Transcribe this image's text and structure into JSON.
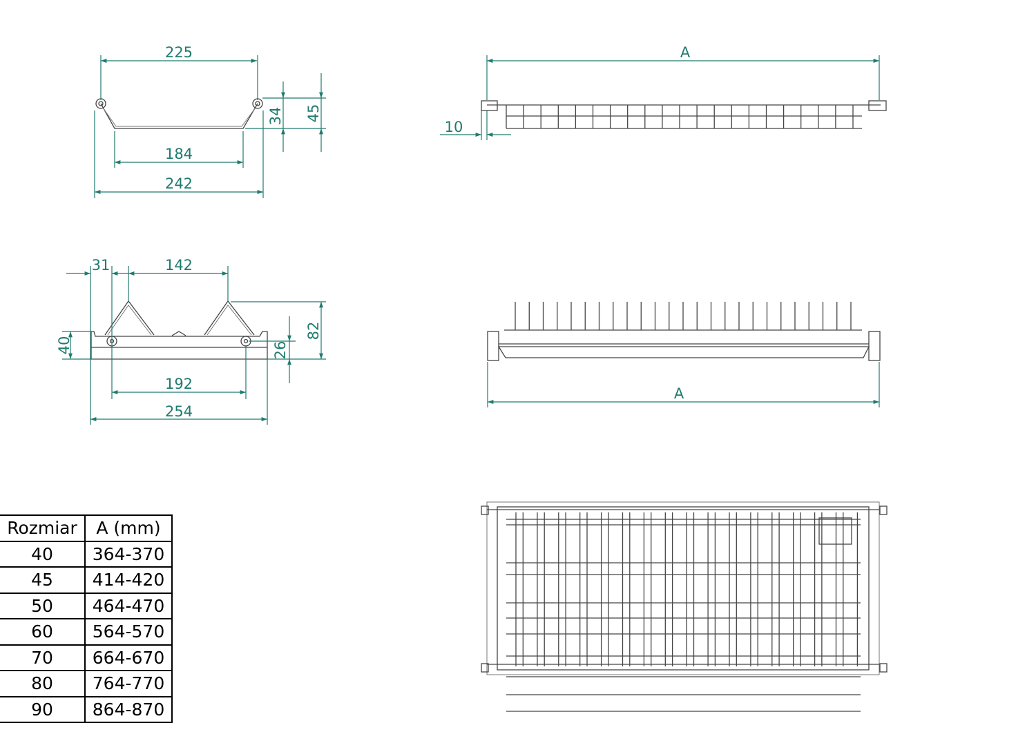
{
  "colors": {
    "dimension": "#1f7a6e",
    "drawing": "#444444"
  },
  "front_view": {
    "top_width": "225",
    "inner_width": "184",
    "outer_width": "242",
    "inner_height": "34",
    "total_height": "45"
  },
  "top_side_view": {
    "length_label": "A",
    "offset": "10"
  },
  "tray_view": {
    "left_offset": "31",
    "spike_spacing": "142",
    "tray_height": "40",
    "pivot_height": "26",
    "total_height": "82",
    "pivot_spacing": "192",
    "total_width": "254"
  },
  "tray_side_view": {
    "length_label": "A"
  },
  "size_table": {
    "headers": [
      "Rozmiar",
      "A (mm)"
    ],
    "rows": [
      [
        "40",
        "364-370"
      ],
      [
        "45",
        "414-420"
      ],
      [
        "50",
        "464-470"
      ],
      [
        "60",
        "564-570"
      ],
      [
        "70",
        "664-670"
      ],
      [
        "80",
        "764-770"
      ],
      [
        "90",
        "864-870"
      ]
    ]
  }
}
